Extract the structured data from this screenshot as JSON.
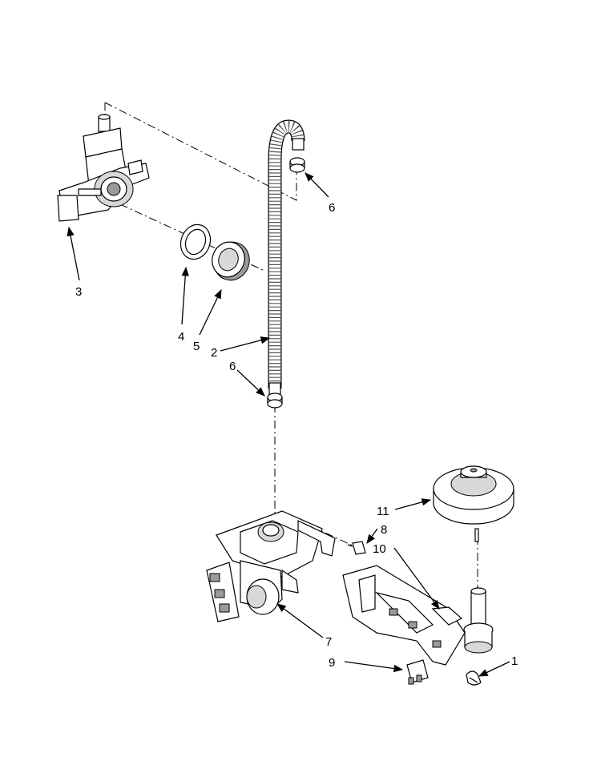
{
  "callouts": [
    {
      "id": "c1",
      "text": "1"
    },
    {
      "id": "c2",
      "text": "2"
    },
    {
      "id": "c3",
      "text": "3"
    },
    {
      "id": "c4",
      "text": "4"
    },
    {
      "id": "c5",
      "text": "5"
    },
    {
      "id": "c6a",
      "text": "6"
    },
    {
      "id": "c6b",
      "text": "6"
    },
    {
      "id": "c7",
      "text": "7"
    },
    {
      "id": "c8",
      "text": "8"
    },
    {
      "id": "c9",
      "text": "9"
    },
    {
      "id": "c10",
      "text": "10"
    },
    {
      "id": "c11",
      "text": "11"
    }
  ]
}
